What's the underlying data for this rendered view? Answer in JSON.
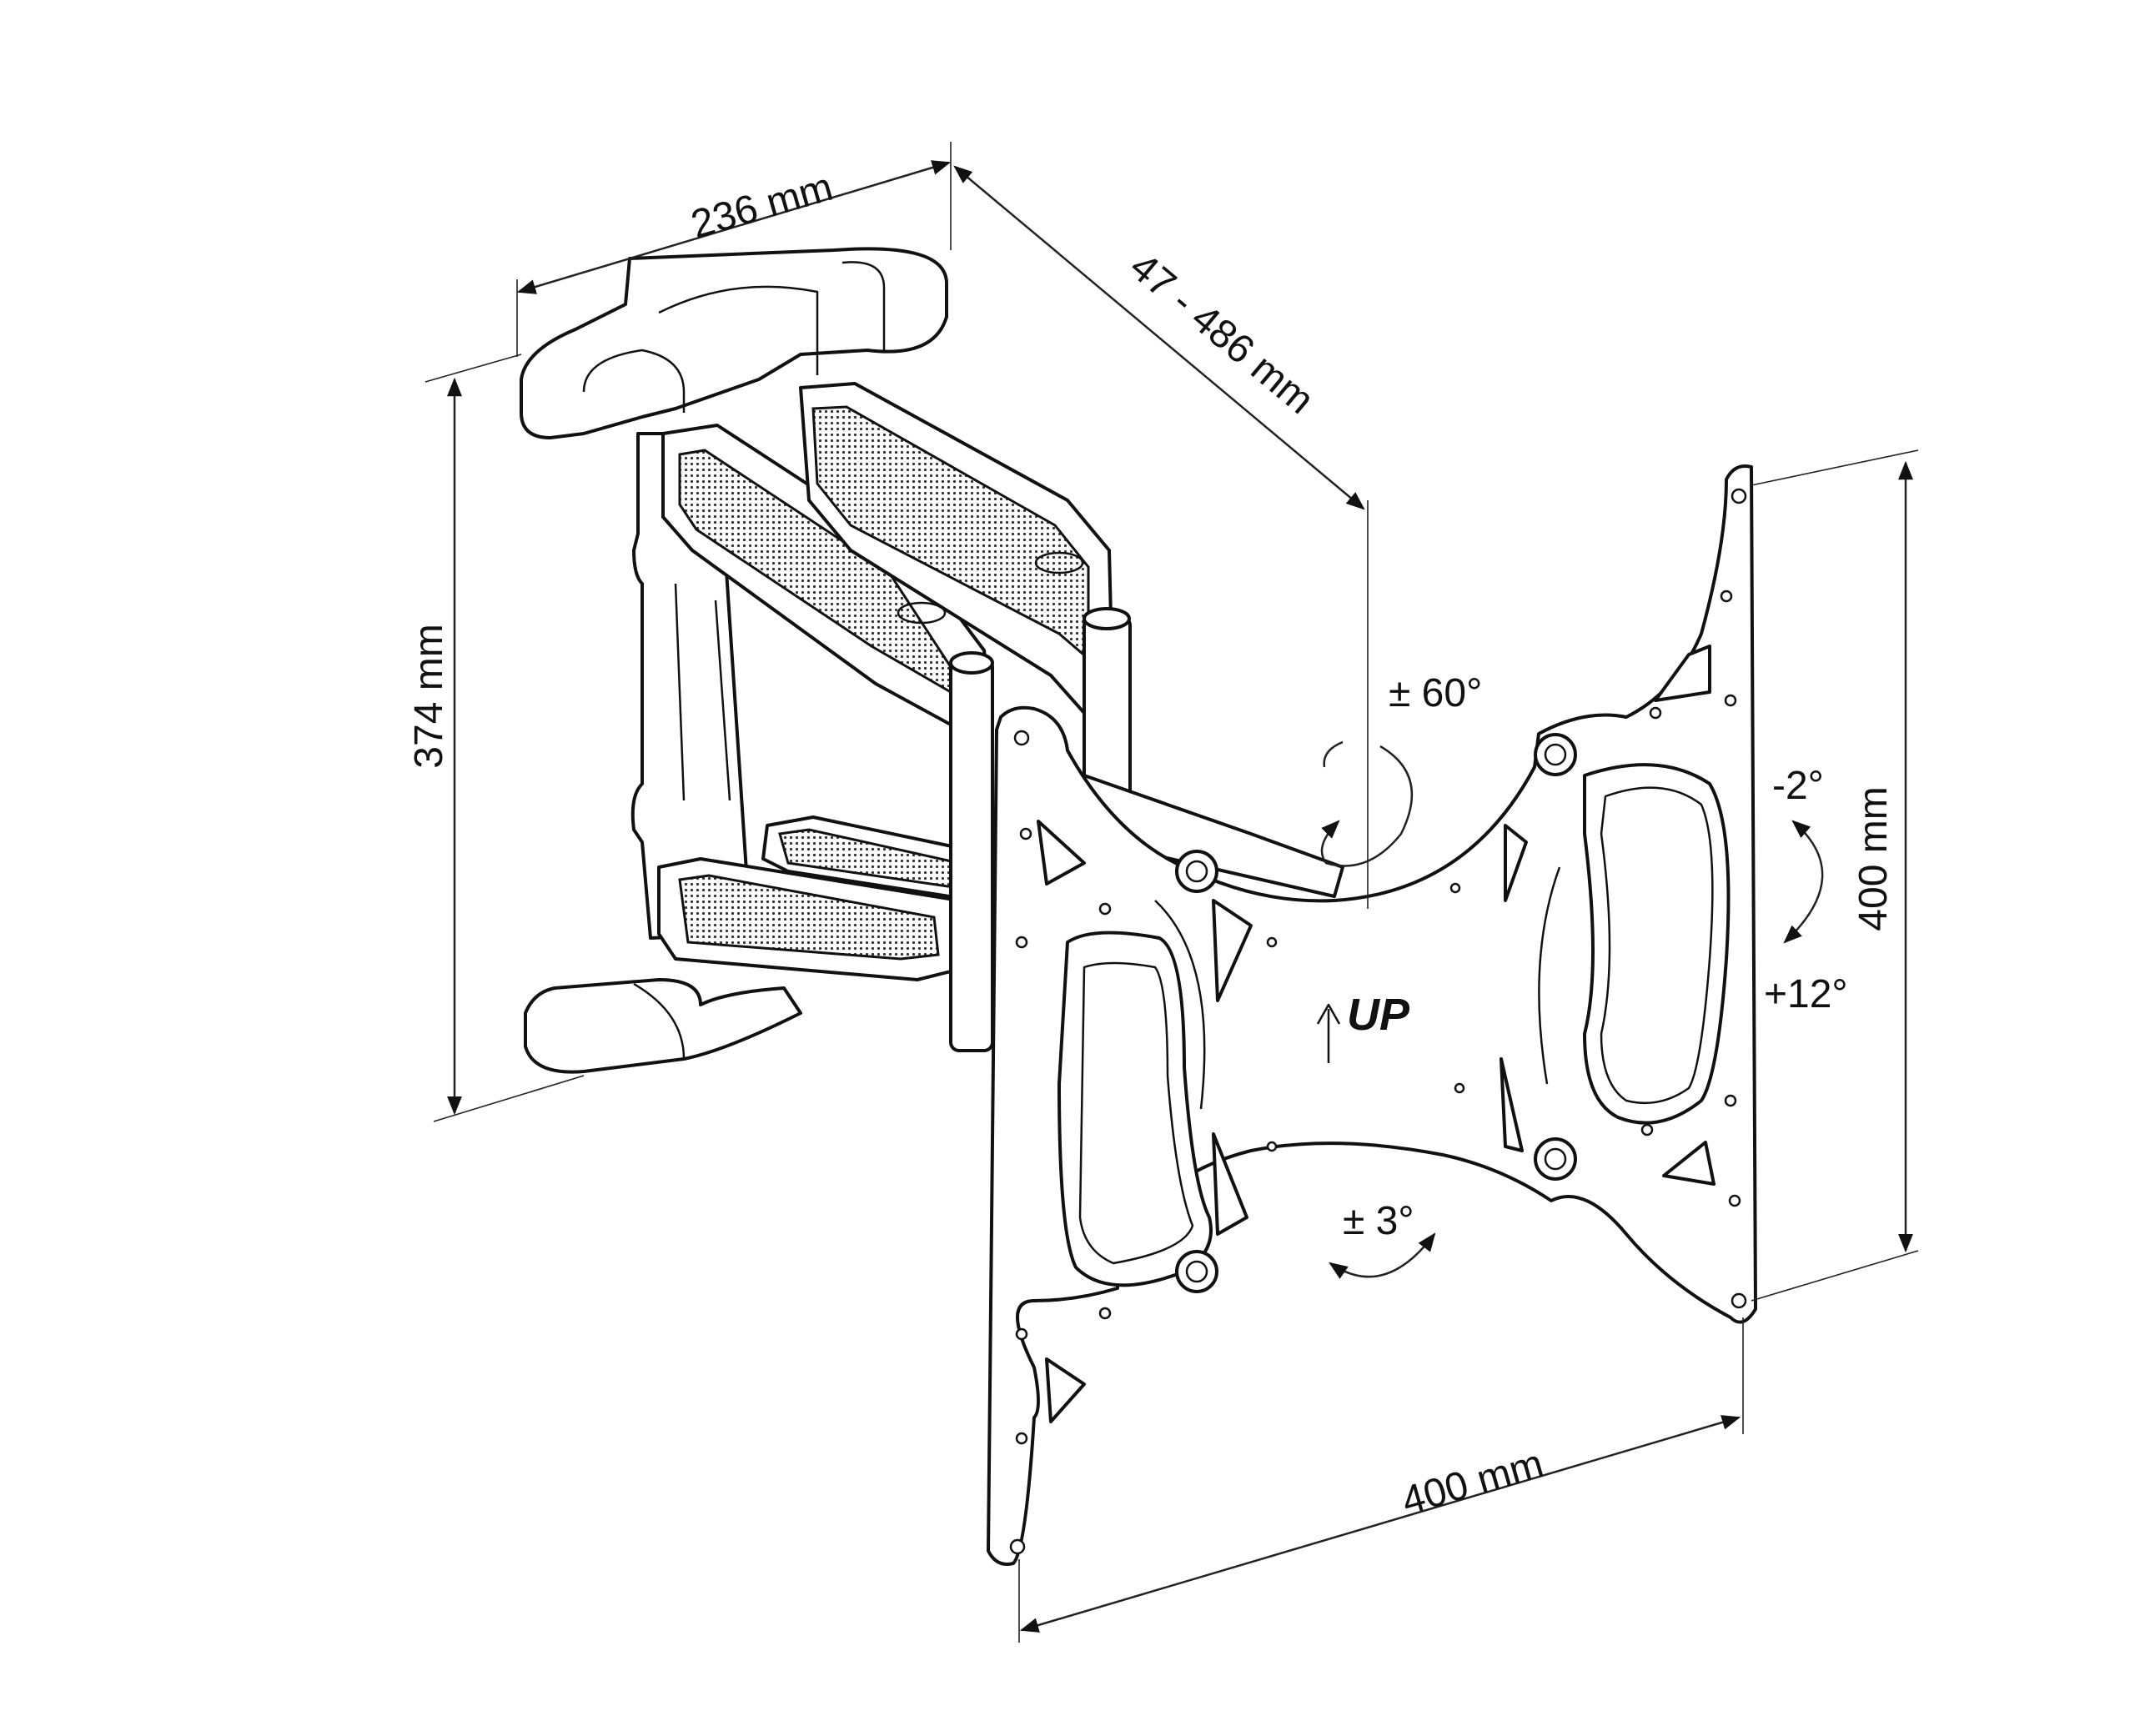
{
  "dimensions": {
    "wall_plate_width": "236 mm",
    "arm_extension": "47 - 486 mm",
    "wall_plate_height": "374 mm",
    "vesa_height": "400 mm",
    "vesa_width": "400 mm"
  },
  "adjustments": {
    "swivel": "± 60°",
    "tilt_up": "-2°",
    "tilt_down": "+12°",
    "rotation": "± 3°"
  },
  "plate_marking": {
    "arrow_icon": "up-arrow-icon",
    "text": "UP"
  }
}
